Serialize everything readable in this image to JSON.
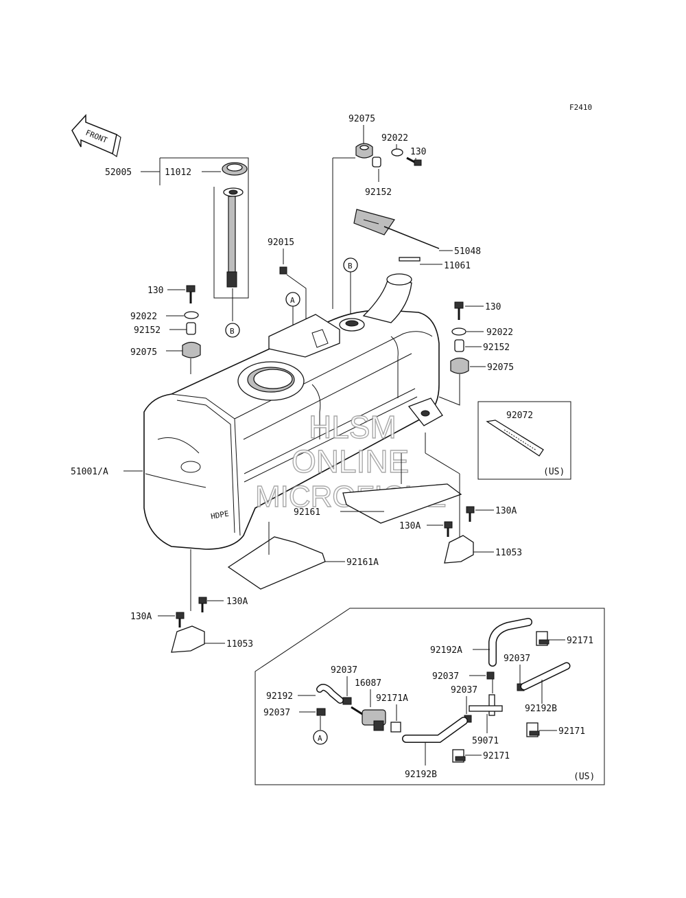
{
  "figure_code": "F2410",
  "front_label": "FRONT",
  "watermark": {
    "line1": "HLSM",
    "line2": "ONLINE",
    "line3": "MICROFICHE"
  },
  "parts": {
    "p52005": "52005",
    "p11012": "11012",
    "p92075_top": "92075",
    "p92022_top": "92022",
    "p130_top": "130",
    "p92152_top": "92152",
    "p51048": "51048",
    "p11061": "11061",
    "p92015": "92015",
    "p130_left": "130",
    "p92022_left": "92022",
    "p92152_left": "92152",
    "p92075_left": "92075",
    "p130_right": "130",
    "p92022_right": "92022",
    "p92152_right": "92152",
    "p92075_right": "92075",
    "p92072": "92072",
    "p51001a": "51001/A",
    "p92161": "92161",
    "p130a_r1": "130A",
    "p130a_r2": "130A",
    "p11053_right": "11053",
    "p92161a": "92161A",
    "p130a_l1": "130A",
    "p130a_l2": "130A",
    "p11053_left": "11053",
    "p92192a": "92192A",
    "p92171_1": "92171",
    "p92037_1": "92037",
    "p16087": "16087",
    "p92037_2": "92037",
    "p92037_3": "92037",
    "p92192": "92192",
    "p92171a": "92171A",
    "p92037_4": "92037",
    "p92037_5": "92037",
    "p92192b_1": "92192B",
    "p92171_2": "92171",
    "p59071": "59071",
    "p92171_3": "92171",
    "p92192b_2": "92192B"
  },
  "callouts": {
    "a1": "A",
    "a2": "A",
    "b1": "B",
    "b2": "B"
  },
  "boxes": {
    "us_tie": "(US)",
    "us_hoses": "(US)"
  }
}
